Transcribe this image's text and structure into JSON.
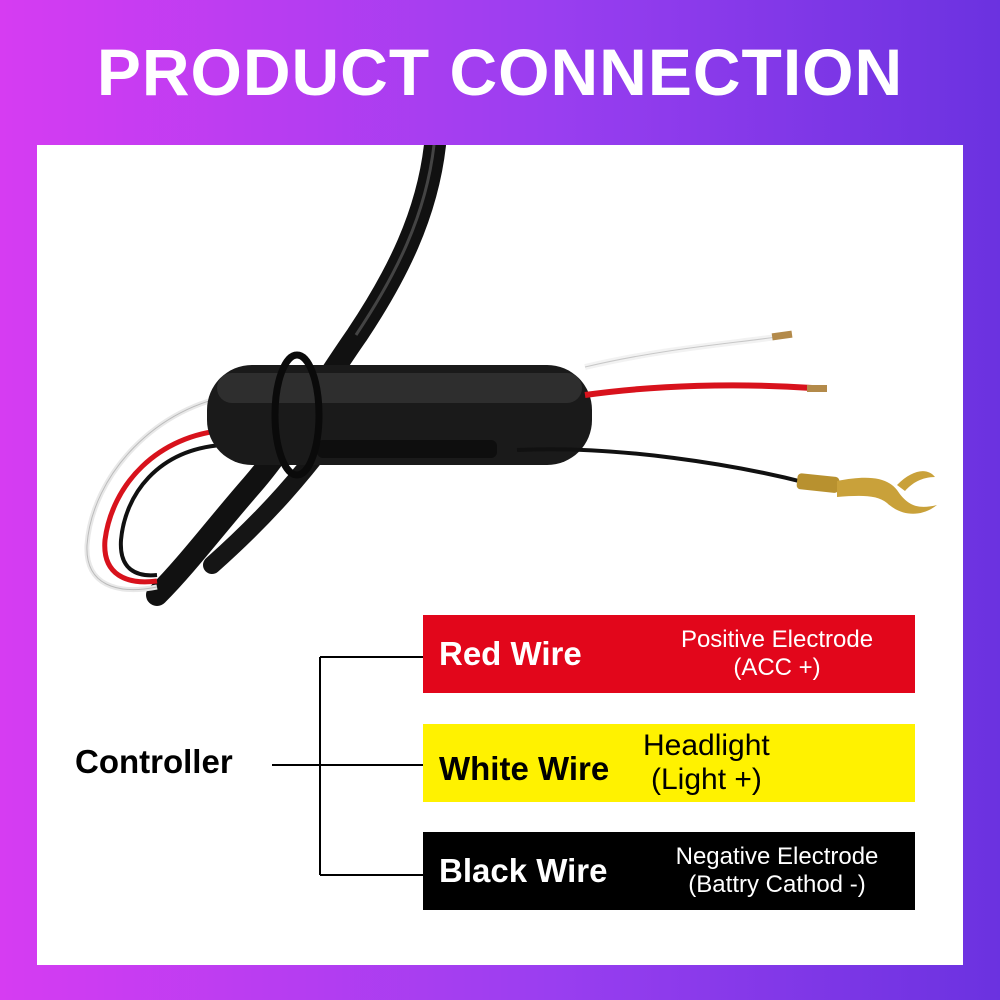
{
  "header": {
    "title": "PRODUCT CONNECTION"
  },
  "diagram": {
    "controller_label": "Controller",
    "wires": [
      {
        "name": "Red Wire",
        "desc_line1": "Positive Electrode",
        "desc_line2": "(ACC +)",
        "color": "#e2061b"
      },
      {
        "name": "White Wire",
        "desc_line1": "Headlight",
        "desc_line2": "(Light +)",
        "color": "#fff200"
      },
      {
        "name": "Black Wire",
        "desc_line1": "Negative Electrode",
        "desc_line2": "(Battry Cathod -)",
        "color": "#000000"
      }
    ]
  }
}
